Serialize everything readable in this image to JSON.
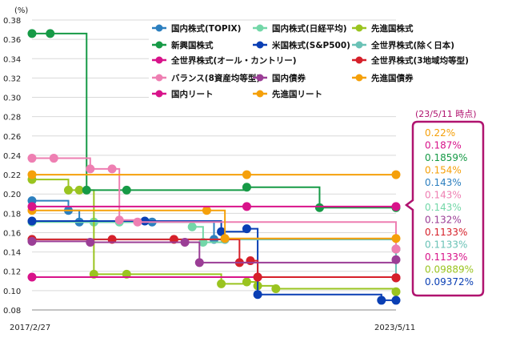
{
  "chart_data": {
    "type": "line",
    "step": true,
    "unit_label": "(%)",
    "x_start_label": "2017/2/27",
    "x_end_label": "2023/5/11",
    "ylim": [
      0.08,
      0.38
    ],
    "yticks": [
      "0.08",
      "0.10",
      "0.12",
      "0.14",
      "0.16",
      "0.18",
      "0.20",
      "0.22",
      "0.24",
      "0.26",
      "0.28",
      "0.30",
      "0.32",
      "0.34",
      "0.36",
      "0.38"
    ],
    "grid": "horizontal",
    "callout_title": "(23/5/11 時点)",
    "callout_values": [
      {
        "text": "0.22%",
        "color": "#f5a00a"
      },
      {
        "text": "0.187%",
        "color": "#d8138a"
      },
      {
        "text": "0.1859%",
        "color": "#169a46"
      },
      {
        "text": "0.154%",
        "color": "#f5a00a"
      },
      {
        "text": "0.143%",
        "color": "#2c7fbf"
      },
      {
        "text": "0.143%",
        "color": "#ee7fb2"
      },
      {
        "text": "0.143%",
        "color": "#73d7a8"
      },
      {
        "text": "0.132%",
        "color": "#9b3e96"
      },
      {
        "text": "0.1133%",
        "color": "#d6202a"
      },
      {
        "text": "0.1133%",
        "color": "#6ac2b6"
      },
      {
        "text": "0.1133%",
        "color": "#d8138a"
      },
      {
        "text": "0.09889%",
        "color": "#9ac420"
      },
      {
        "text": "0.09372%",
        "color": "#0a3fb4"
      }
    ],
    "series": [
      {
        "name": "国内株式(TOPIX)",
        "color": "#2c7fbf",
        "x": [
          0,
          0.1,
          0.13,
          0.33,
          0.5,
          0.53,
          1.0
        ],
        "y": [
          0.193,
          0.183,
          0.171,
          0.171,
          0.153,
          0.153,
          0.143
        ]
      },
      {
        "name": "国内株式(日経平均)",
        "color": "#73d7a8",
        "x": [
          0,
          0.17,
          0.24,
          0.44,
          0.47,
          0.53,
          1.0
        ],
        "y": [
          0.171,
          0.171,
          0.171,
          0.166,
          0.15,
          0.153,
          0.143
        ]
      },
      {
        "name": "先進国株式",
        "color": "#9ac420",
        "x": [
          0,
          0.1,
          0.13,
          0.17,
          0.26,
          0.52,
          0.59,
          0.62,
          0.67,
          1.0
        ],
        "y": [
          0.215,
          0.204,
          0.204,
          0.117,
          0.117,
          0.107,
          0.109,
          0.105,
          0.102,
          0.0989
        ]
      },
      {
        "name": "新興国株式",
        "color": "#169a46",
        "x": [
          0,
          0.05,
          0.15,
          0.26,
          0.59,
          0.79,
          1.0
        ],
        "y": [
          0.366,
          0.366,
          0.204,
          0.204,
          0.207,
          0.1859,
          0.1859
        ]
      },
      {
        "name": "米国株式(S&P500)",
        "color": "#0a3fb4",
        "x": [
          0,
          0.31,
          0.52,
          0.59,
          0.62,
          0.96,
          1.0
        ],
        "y": [
          0.172,
          0.172,
          0.161,
          0.164,
          0.096,
          0.09,
          0.09
        ]
      },
      {
        "name": "全世界株式(除く日本)",
        "color": "#6ac2b6",
        "x": [
          0,
          0.53,
          1.0
        ],
        "y": [
          0.153,
          0.153,
          0.1133
        ]
      },
      {
        "name": "全世界株式(オール・カントリー)",
        "color": "#d8138a",
        "x": [
          0,
          0.62,
          1.0
        ],
        "y": [
          0.114,
          0.114,
          0.1133
        ]
      },
      {
        "name": "全世界株式(3地域均等型)",
        "color": "#d6202a",
        "x": [
          0,
          0.22,
          0.39,
          0.57,
          0.6,
          0.62,
          1.0
        ],
        "y": [
          0.153,
          0.153,
          0.153,
          0.129,
          0.131,
          0.114,
          0.1133
        ]
      },
      {
        "name": "バランス(8資産均等型)",
        "color": "#ee7fb2",
        "x": [
          0,
          0.06,
          0.16,
          0.22,
          0.24,
          0.29,
          1.0
        ],
        "y": [
          0.237,
          0.237,
          0.226,
          0.226,
          0.173,
          0.171,
          0.143
        ]
      },
      {
        "name": "国内債券",
        "color": "#9b3e96",
        "x": [
          0,
          0.16,
          0.42,
          0.46,
          1.0
        ],
        "y": [
          0.151,
          0.15,
          0.15,
          0.129,
          0.132
        ]
      },
      {
        "name": "先進国債券",
        "color": "#f5a00a",
        "x": [
          0,
          0.48,
          0.53,
          1.0
        ],
        "y": [
          0.183,
          0.183,
          0.154,
          0.154
        ]
      },
      {
        "name": "国内リート",
        "color": "#d8138a",
        "x": [
          0,
          0.59,
          1.0
        ],
        "y": [
          0.187,
          0.187,
          0.187
        ]
      },
      {
        "name": "先進国リート",
        "color": "#f5a00a",
        "x": [
          0,
          0.59,
          1.0
        ],
        "y": [
          0.22,
          0.22,
          0.22
        ]
      }
    ]
  }
}
